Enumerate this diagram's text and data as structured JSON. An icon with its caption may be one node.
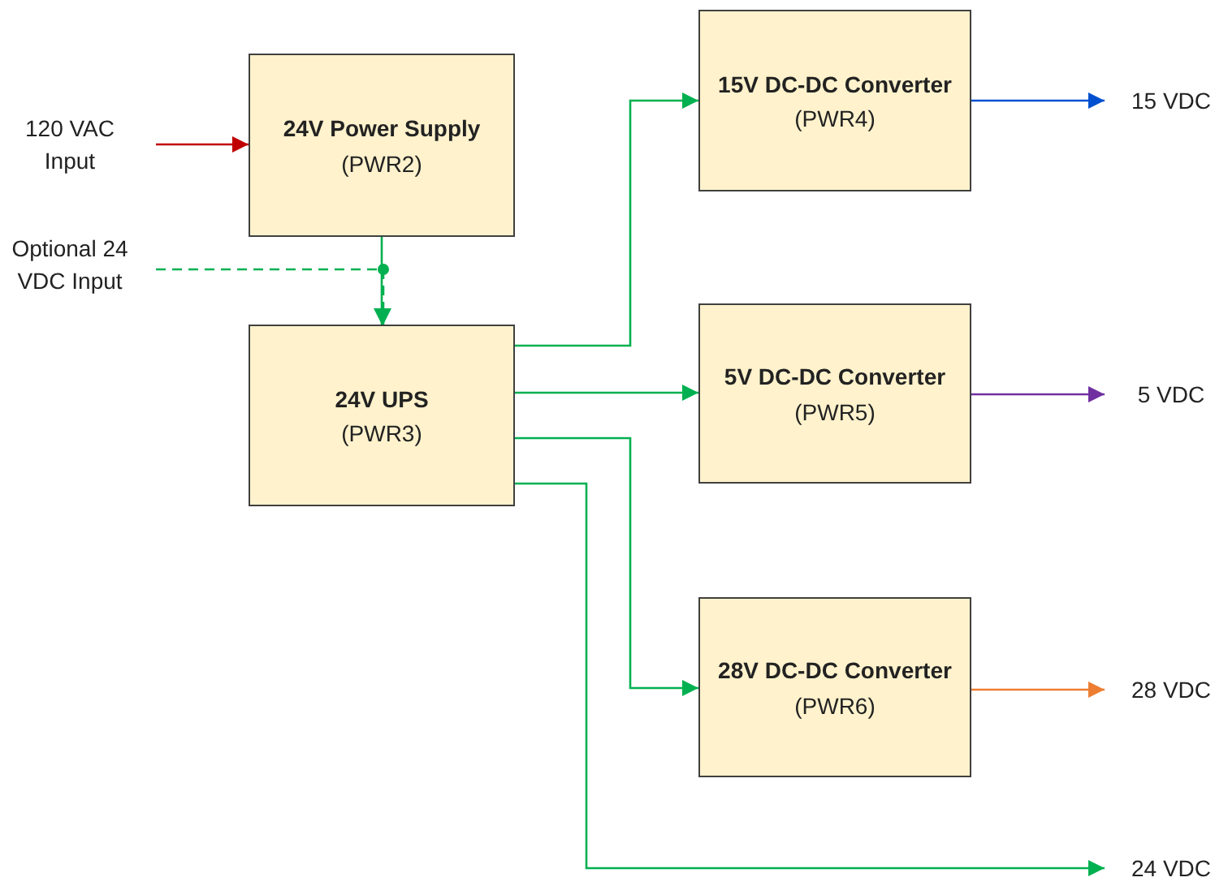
{
  "diagram": {
    "nodes": [
      {
        "text": [
          "120 VAC Input"
        ]
      },
      {
        "text": [
          "Optional 24 VDC Input"
        ]
      },
      {
        "text": [
          "24V Power Supply",
          "(PWR2)"
        ]
      },
      {
        "text": [
          "24V UPS",
          "(PWR3)"
        ]
      },
      {
        "text": [
          "15V DC-DC Converter",
          "(PWR4)"
        ]
      },
      {
        "text": [
          "5V DC-DC Converter",
          "(PWR5)"
        ]
      },
      {
        "text": [
          "28V DC-DC Converter",
          "(PWR6)"
        ]
      },
      {
        "text": [
          "15 VDC"
        ]
      },
      {
        "text": [
          "5 VDC"
        ]
      },
      {
        "text": [
          "28 VDC"
        ]
      },
      {
        "text": [
          "24 VDC"
        ]
      }
    ],
    "edges": [
      {
        "from": 0,
        "to": 2,
        "arrow": "to",
        "color": "#c00000"
      },
      {
        "from": 1,
        "to": 3,
        "arrow": "to",
        "style": "dashed"
      },
      {
        "from": 2,
        "to": 3,
        "arrow": "to"
      },
      {
        "from": 3,
        "to": 4,
        "arrow": "to"
      },
      {
        "from": 3,
        "to": 5,
        "arrow": "to"
      },
      {
        "from": 3,
        "to": 6,
        "arrow": "to"
      },
      {
        "from": 3,
        "to": 10,
        "arrow": "to"
      },
      {
        "from": 4,
        "to": 7,
        "arrow": "to",
        "color": "#0050d0"
      },
      {
        "from": 5,
        "to": 8,
        "arrow": "to",
        "color": "#7030a0"
      },
      {
        "from": 6,
        "to": 9,
        "arrow": "to",
        "color": "#ed7d31"
      }
    ]
  }
}
